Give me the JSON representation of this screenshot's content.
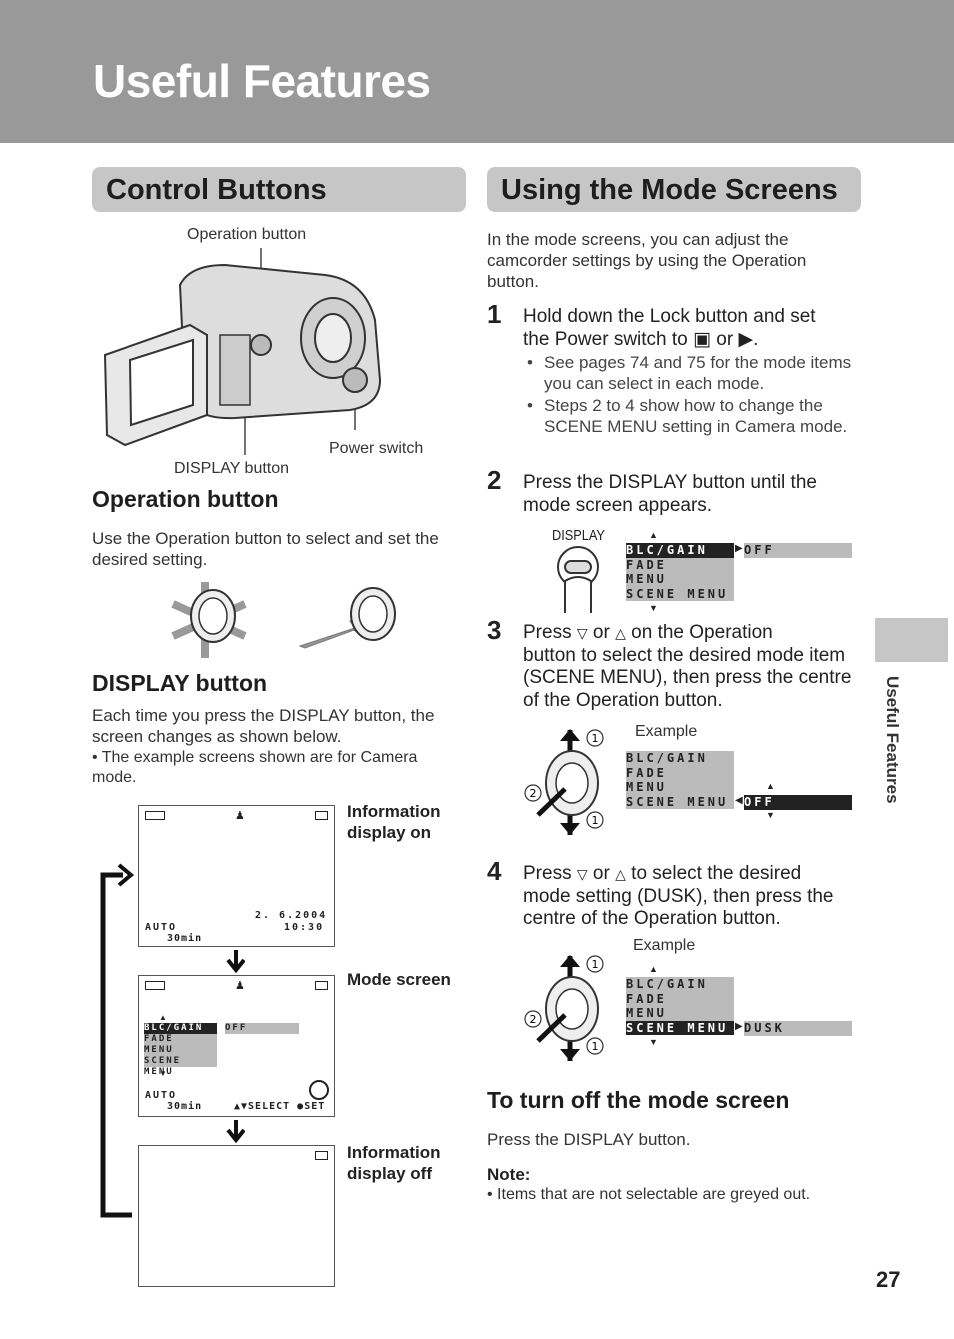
{
  "page": {
    "title": "Useful Features",
    "side_tab": "Useful Features",
    "number": "27"
  },
  "control": {
    "title": "Control Buttons",
    "label_operation": "Operation button",
    "label_power": "Power switch",
    "label_display": "DISPLAY button",
    "op_heading": "Operation button",
    "op_text": "Use the Operation button to select and set the desired setting.",
    "disp_heading": "DISPLAY button",
    "disp_text": "Each time you press the DISPLAY button, the screen changes as shown below.",
    "disp_bullet": "• The example screens shown are for Camera mode.",
    "screens": {
      "info_on": "Information display on",
      "mode": "Mode screen",
      "info_off": "Information display off",
      "date": "2.  6.2004",
      "time": "10:30",
      "auto": "AUTO",
      "tape": "30min",
      "select": "▲▼SELECT  ●SET",
      "menu": [
        "BLC/GAIN",
        "FADE",
        "MENU",
        "SCENE MENU"
      ],
      "value": "OFF"
    }
  },
  "mode": {
    "title": "Using the Mode Screens",
    "intro": "In the mode screens, you can adjust the camcorder settings by using the Operation button.",
    "step1_num": "1",
    "step1_a": "Hold down the Lock button and set",
    "step1_b": "the Power switch to",
    "step1_or": "or",
    "step1_bullets": [
      "See pages 74 and 75 for the mode items you can select in each mode.",
      "Steps 2 to 4 show how to change the SCENE MENU setting in Camera mode."
    ],
    "step2_num": "2",
    "step2": "Press the DISPLAY button until the mode screen appears.",
    "display_label": "DISPLAY",
    "step3_num": "3",
    "step3_press": "Press",
    "step3_or": "or",
    "step3_rest1": "on the Operation",
    "step3_rest2": "button to select the desired mode item (SCENE MENU), then press the centre of the Operation button.",
    "step4_num": "4",
    "step4_press": "Press",
    "step4_or": "or",
    "step4_rest1": "to select the desired",
    "step4_rest2": "mode setting (DUSK), then press the centre of the Operation button.",
    "example": "Example",
    "menu": [
      "BLC/GAIN",
      "FADE",
      "MENU",
      "SCENE MENU"
    ],
    "val_off": "OFF",
    "val_dusk": "DUSK",
    "turnoff_heading": "To turn off the mode screen",
    "turnoff_text": "Press the DISPLAY button.",
    "note_heading": "Note:",
    "note_text": "• Items that are not selectable are greyed out."
  }
}
